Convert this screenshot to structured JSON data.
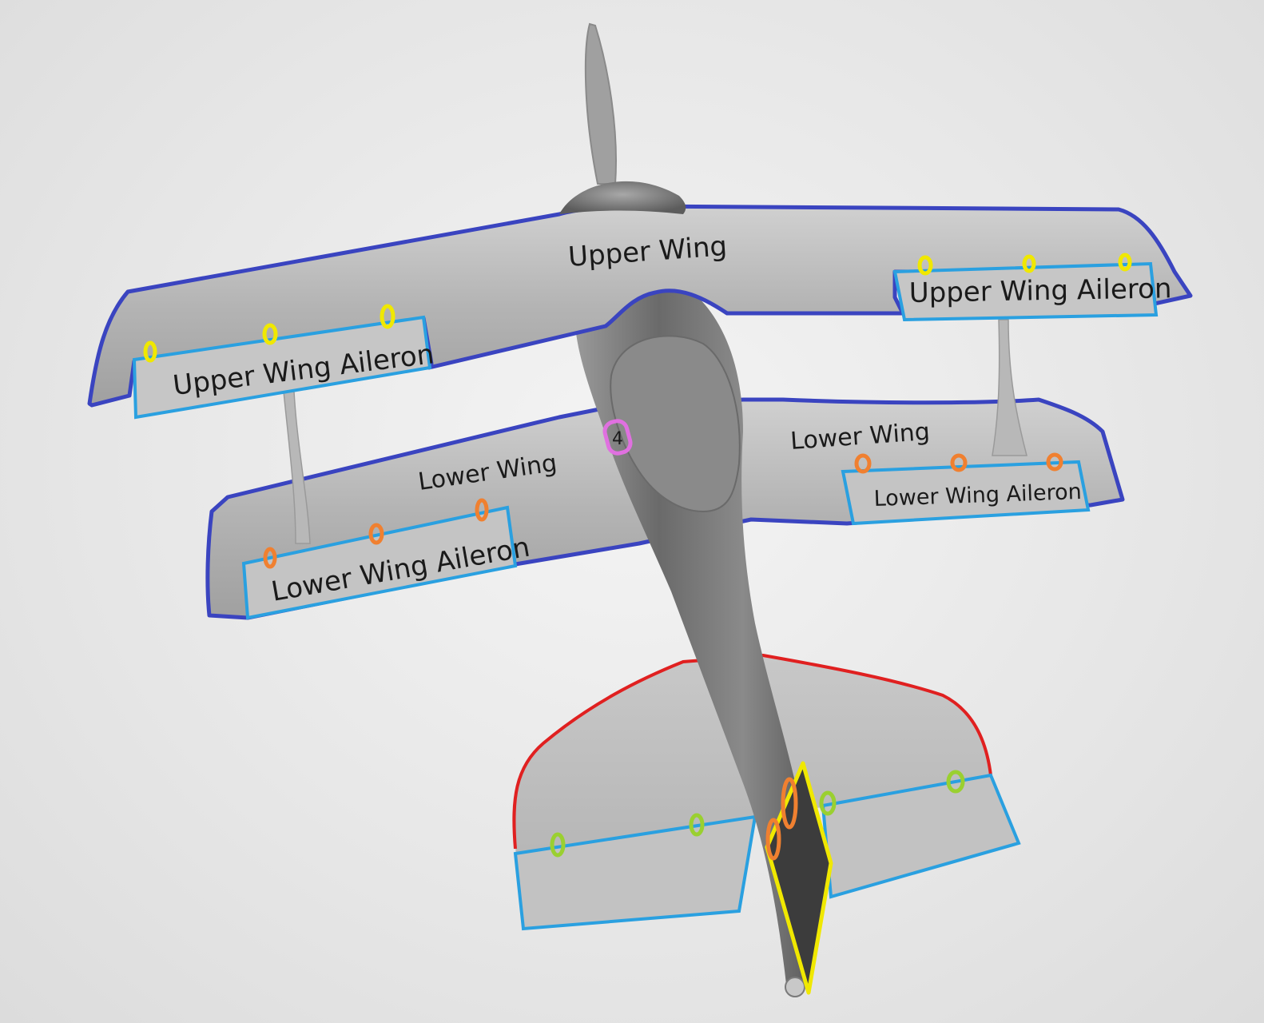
{
  "labels": {
    "upper_wing": "Upper Wing",
    "upper_wing_aileron_left": "Upper Wing Aileron",
    "upper_wing_aileron_right": "Upper Wing Aileron",
    "lower_wing_left": "Lower Wing",
    "lower_wing_right": "Lower Wing",
    "lower_wing_aileron_left": "Lower Wing Aileron",
    "lower_wing_aileron_right": "Lower Wing Aileron",
    "marker_number": "4"
  },
  "colors": {
    "background": "#e8e8e8",
    "model_surface": "#b8b8b8",
    "model_dark": "#6e6e6e",
    "wing_outline": "#3a44c0",
    "aileron_outline": "#2aa0e0",
    "hinge_upper": "#f0e800",
    "hinge_lower": "#f08030",
    "hinge_tail": "#9ad030",
    "stabilizer_outline": "#e02020",
    "rudder_outline": "#f0e800",
    "marker_pink": "#e070e0"
  },
  "icons": {
    "hinge_marker": "ellipse-ring-icon"
  }
}
